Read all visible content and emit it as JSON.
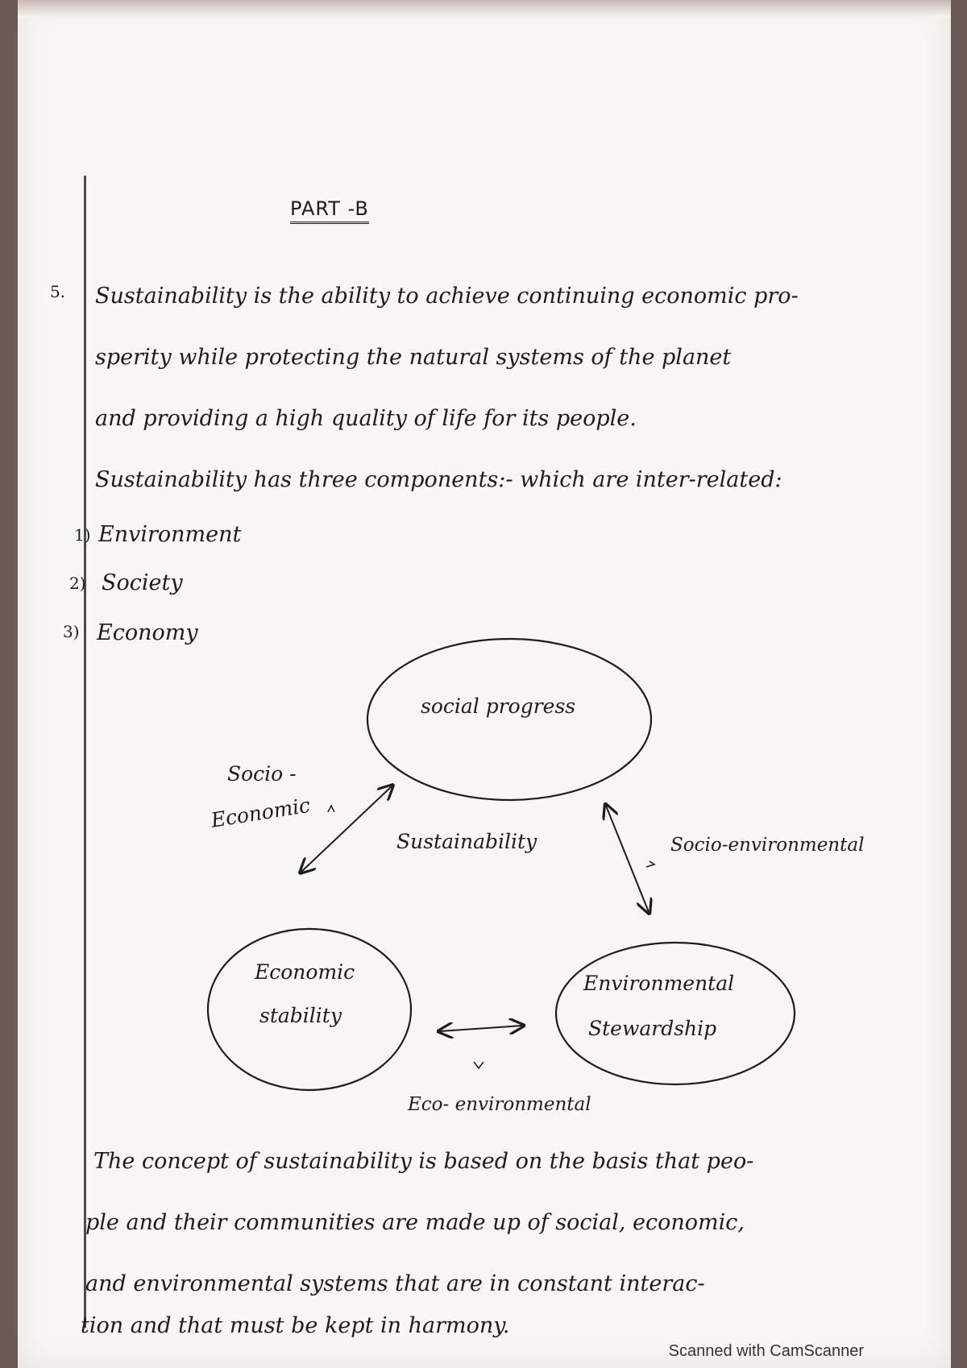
{
  "heading": "PART -B",
  "question_number": "5.",
  "paragraph1": {
    "lines": [
      "Sustainability is the ability to achieve continuing economic pro-",
      "sperity while protecting the natural systems of the planet",
      "and providing a high quality of life for its people.",
      "Sustainability has three components:- which are inter-related:"
    ]
  },
  "components": [
    {
      "num": "1)",
      "label": "Environment"
    },
    {
      "num": "2)",
      "label": "Society"
    },
    {
      "num": "3)",
      "label": "Economy"
    }
  ],
  "diagram": {
    "social_node": "social progress",
    "economic_node_line1": "Economic",
    "economic_node_line2": "stability",
    "environmental_node_line1": "Environmental",
    "environmental_node_line2": "Stewardship",
    "center_label": "Sustainability",
    "socio_economic_line1": "Socio -",
    "socio_economic_line2": "Economic",
    "socio_environmental": "Socio-environmental",
    "eco_environmental": "Eco- environmental"
  },
  "paragraph2": {
    "lines": [
      "The concept of sustainability is based on the basis that peo-",
      "ple and their communities are made up of social, economic,",
      "and environmental systems that are in constant interac-",
      "tion and that must be kept in harmony."
    ]
  },
  "footer": "Scanned with CamScanner"
}
